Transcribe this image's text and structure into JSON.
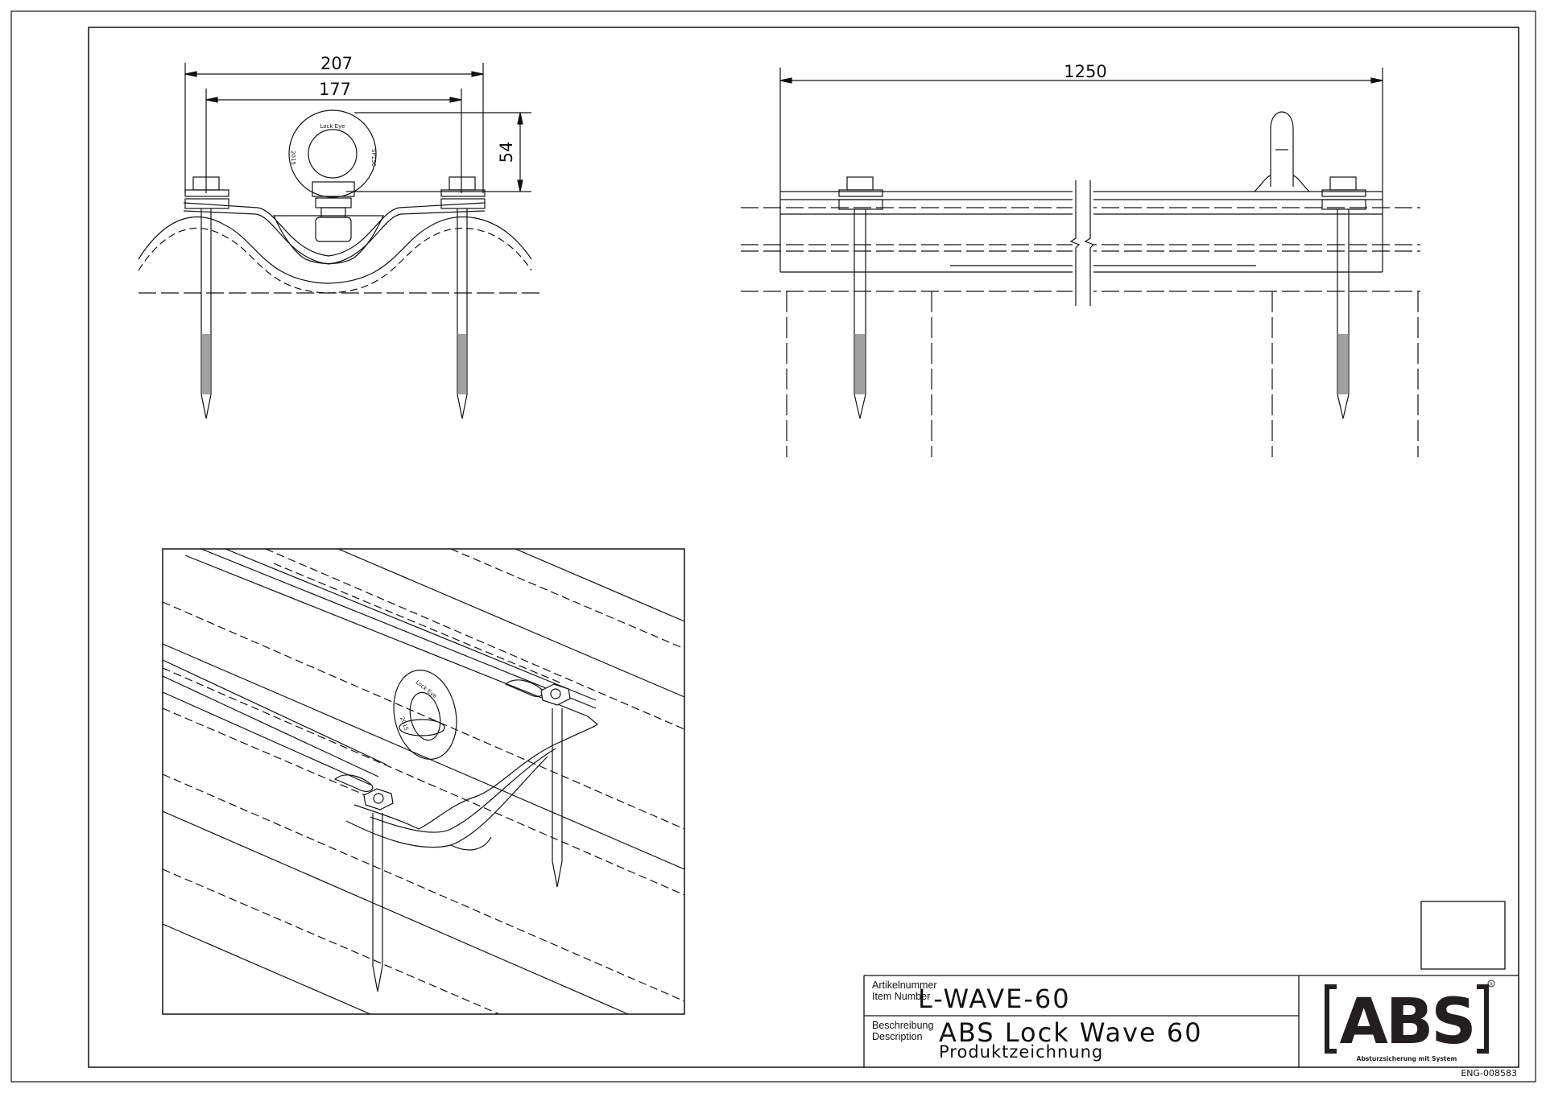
{
  "dimensions": {
    "front_overall_width": "207",
    "front_bolt_spacing": "177",
    "front_eye_height": "54",
    "side_length": "1250"
  },
  "eye_marks": {
    "brand": "Lock Eye",
    "left": "2015",
    "right": "SP156"
  },
  "title_block": {
    "item_number_label_de": "Artikelnummer",
    "item_number_label_en": "Item Number",
    "item_number": "L-WAVE-60",
    "description_label_de": "Beschreibung",
    "description_label_en": "Description",
    "description": "ABS Lock Wave 60",
    "subtitle": "Produktzeichnung",
    "logo_text": "ABS",
    "logo_tagline": "Absturzsicherung mit System",
    "drawing_number": "ENG-008583"
  },
  "icons": {
    "logo": "abs-logo-icon",
    "registered": "registered-mark-icon"
  },
  "colors": {
    "line": "#111111",
    "paper": "#ffffff",
    "logo_dark": "#231f20",
    "logo_grey": "#8a8a8a"
  }
}
